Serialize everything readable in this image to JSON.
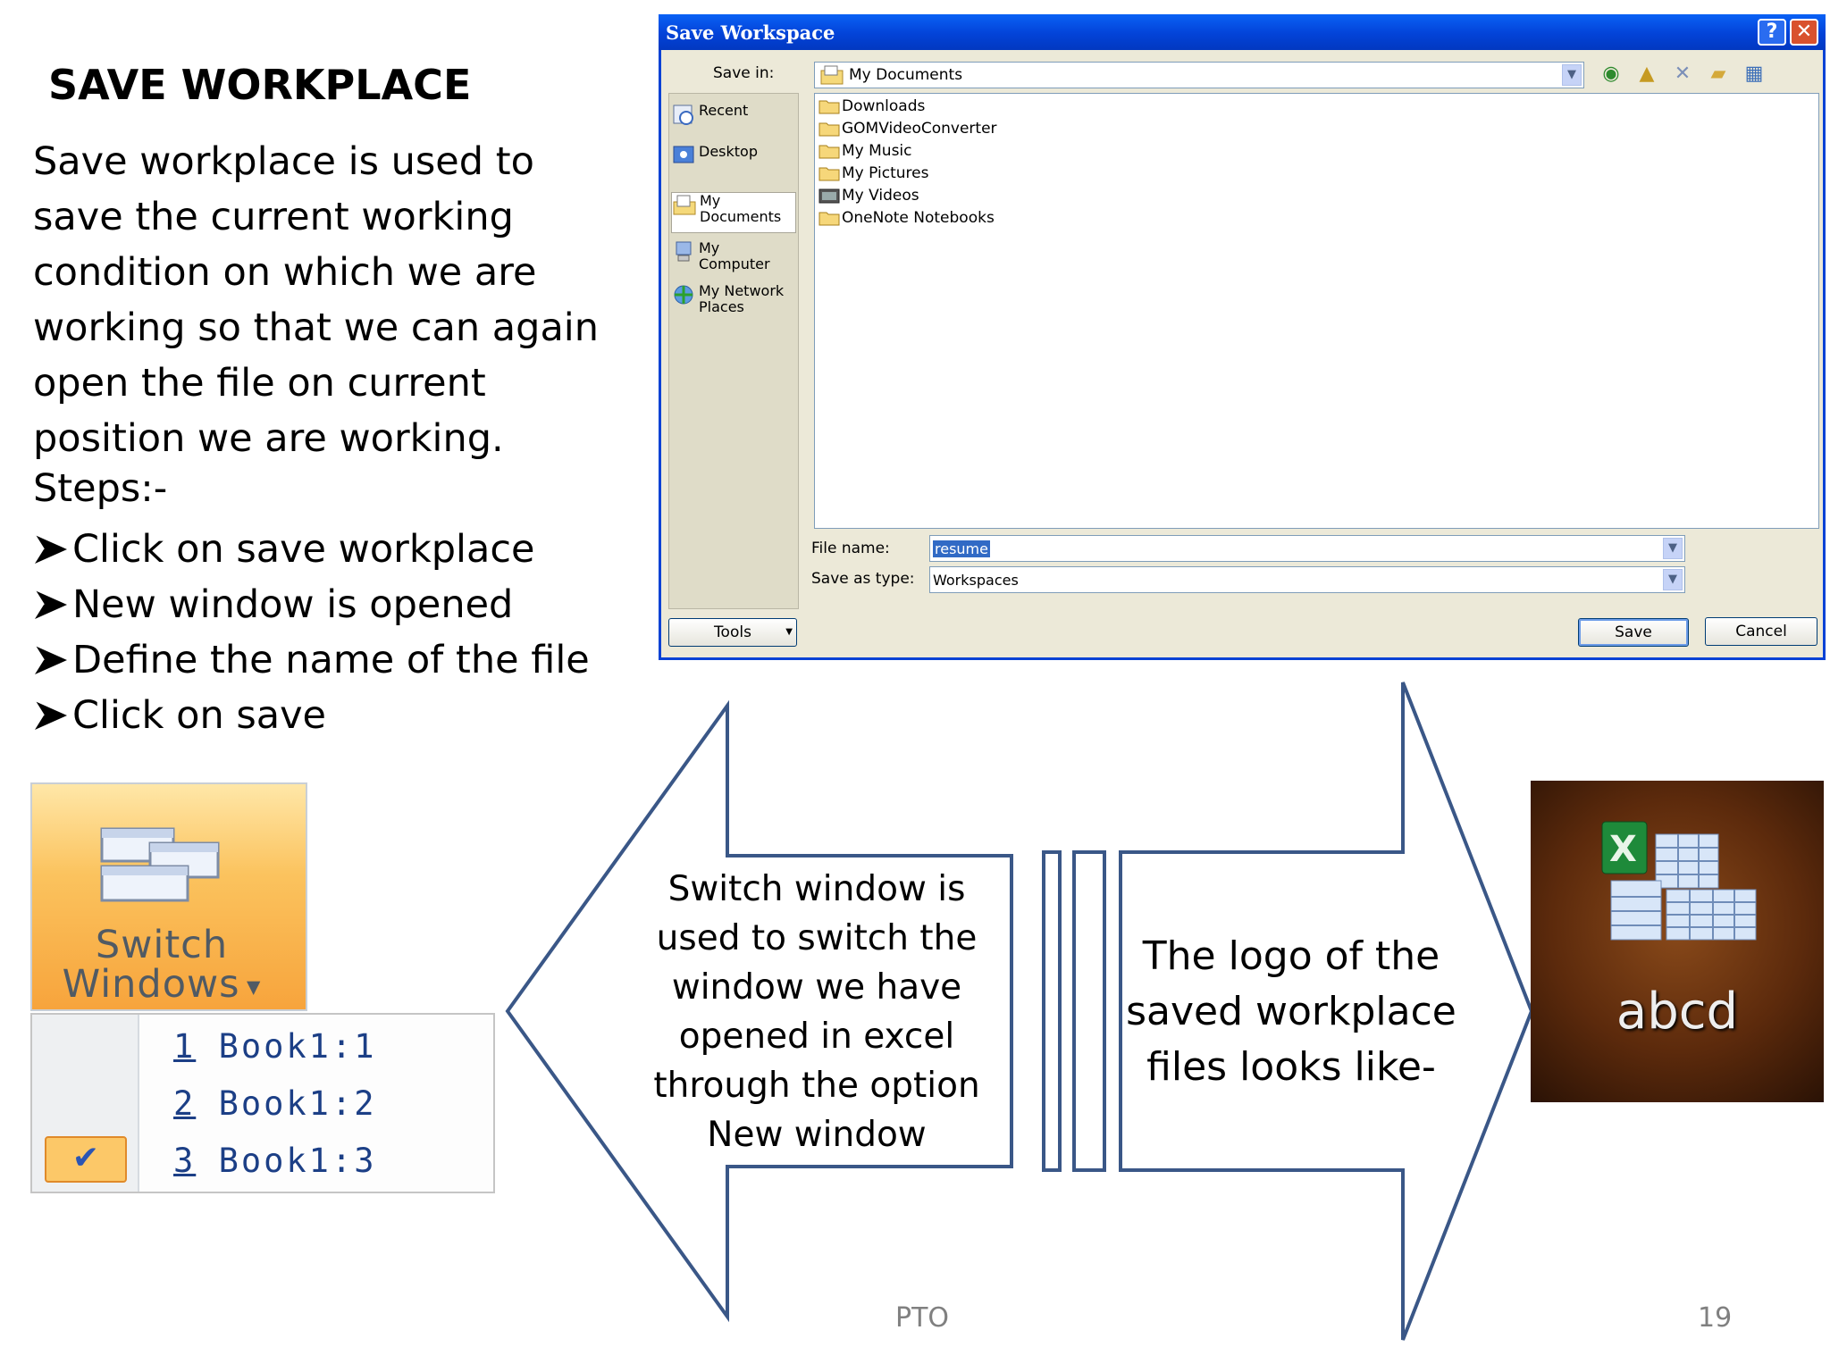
{
  "slide": {
    "title": "SAVE WORKPLACE",
    "paragraph": "Save workplace is used to save the current working condition on which we are working so that we can again open the file on current position we are working.",
    "steps_label": "Steps:-",
    "steps": [
      "Click on save workplace",
      "New window is opened",
      "Define the name of the file",
      "Click on save"
    ]
  },
  "dialog": {
    "title": "Save Workspace",
    "save_in_label": "Save in:",
    "save_in_value": "My Documents",
    "places": [
      {
        "label": "Recent",
        "icon": "recent-icon"
      },
      {
        "label": "Desktop",
        "icon": "desktop-icon"
      },
      {
        "label": "My Documents",
        "icon": "my-documents-icon"
      },
      {
        "label": "My Computer",
        "icon": "my-computer-icon"
      },
      {
        "label": "My Network Places",
        "icon": "network-icon"
      }
    ],
    "files": [
      "Downloads",
      "GOMVideoConverter",
      "My Music",
      "My Pictures",
      "My Videos",
      "OneNote Notebooks"
    ],
    "file_name_label": "File name:",
    "file_name_value": "resume",
    "save_type_label": "Save as type:",
    "save_type_value": "Workspaces",
    "tools_label": "Tools",
    "save_label": "Save",
    "cancel_label": "Cancel"
  },
  "switch_windows": {
    "label_line1": "Switch",
    "label_line2": "Windows",
    "menu": [
      {
        "acc": "1",
        "label": "Book1:1"
      },
      {
        "acc": "2",
        "label": "Book1:2"
      },
      {
        "acc": "3",
        "label": "Book1:3",
        "checked": true
      }
    ]
  },
  "arrows": {
    "left_text": "Switch window is used to switch the window we have opened in excel through the option New window",
    "right_text": "The logo of the saved workplace files looks like-"
  },
  "logo": {
    "label": "abcd",
    "icon": "excel-workspace-icon"
  },
  "footer": {
    "left": "PTO",
    "right": "19"
  },
  "colors": {
    "titlebar": "#0a61f5",
    "arrow_stroke": "#3a5787",
    "menu_text": "#1c3f86",
    "switch_bg": "#f7a43c"
  }
}
